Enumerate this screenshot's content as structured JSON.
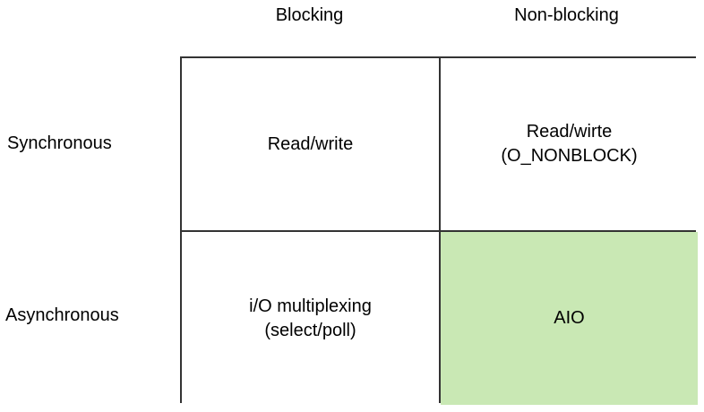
{
  "columns": {
    "blocking": "Blocking",
    "non_blocking": "Non-blocking"
  },
  "rows": {
    "synchronous": "Synchronous",
    "asynchronous": "Asynchronous"
  },
  "cells": {
    "sync_blocking": {
      "line1": "Read/write"
    },
    "sync_nonblocking": {
      "line1": "Read/wirte",
      "line2": "(O_NONBLOCK)"
    },
    "async_blocking": {
      "line1": "i/O multiplexing",
      "line2": "(select/poll)"
    },
    "async_nonblocking": {
      "line1": "AIO"
    }
  },
  "colors": {
    "highlight": "#c9e8b4",
    "border": "#333333"
  }
}
